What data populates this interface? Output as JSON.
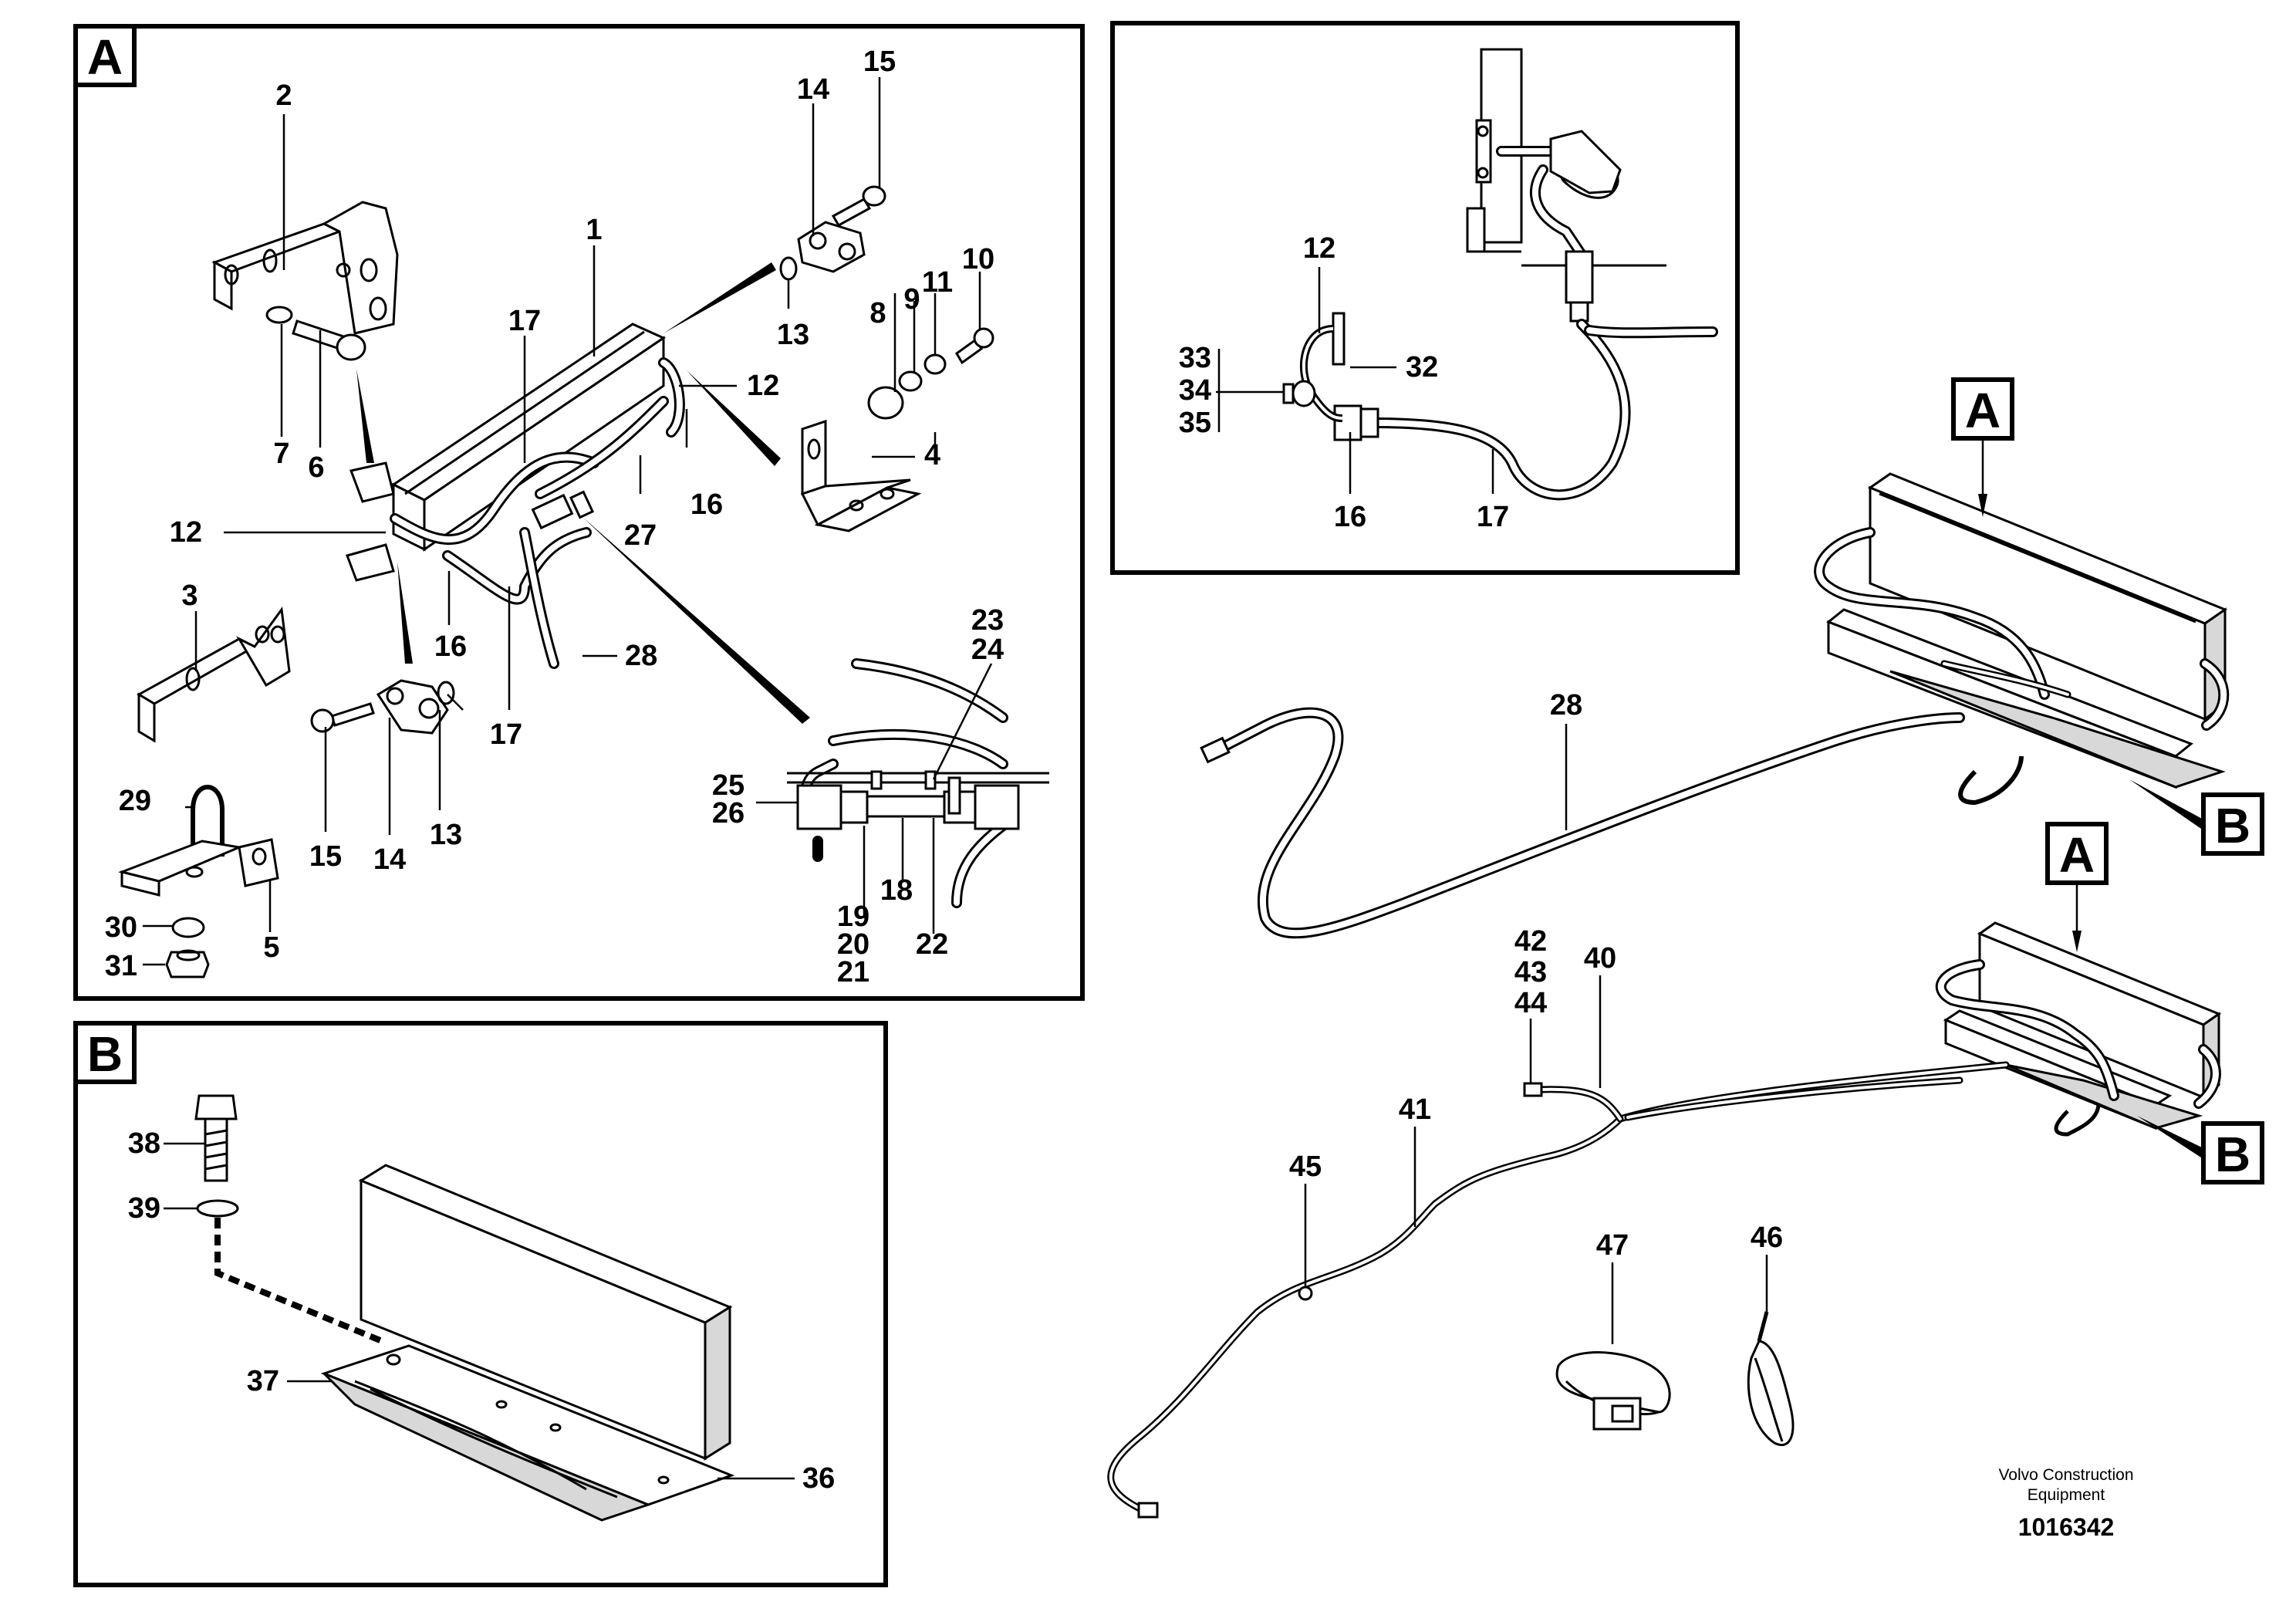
{
  "panels": {
    "A": {
      "letter": "A"
    },
    "B": {
      "letter": "B"
    }
  },
  "callouts": {
    "A1": "1",
    "A2": "2",
    "A3": "3",
    "A4": "4",
    "A5": "5",
    "A6": "6",
    "A7": "7",
    "A8": "8",
    "A9": "9",
    "A10": "10",
    "A11": "11",
    "A12a": "12",
    "A12b": "12",
    "A13a": "13",
    "A13b": "13",
    "A14a": "14",
    "A14b": "14",
    "A15a": "15",
    "A15b": "15",
    "A16a": "16",
    "A16b": "16",
    "A17a": "17",
    "A17b": "17",
    "A18": "18",
    "A19": "19",
    "A20": "20",
    "A21": "21",
    "A22": "22",
    "A23": "23",
    "A24": "24",
    "A25": "25",
    "A26": "26",
    "A27": "27",
    "A28": "28",
    "A29": "29",
    "A30": "30",
    "A31": "31",
    "B36": "36",
    "B37": "37",
    "B38": "38",
    "B39": "39",
    "D12": "12",
    "D16": "16",
    "D17": "17",
    "D32": "32",
    "D33": "33",
    "D34": "34",
    "D35": "35",
    "M28": "28",
    "M40": "40",
    "M41": "41",
    "M42": "42",
    "M43": "43",
    "M44": "44",
    "M45": "45",
    "M46": "46",
    "M47": "47",
    "refA1": "A",
    "refA2": "A",
    "refB1": "B",
    "refB2": "B"
  },
  "credit": {
    "line1": "Volvo Construction",
    "line2": "Equipment",
    "number": "1016342"
  }
}
